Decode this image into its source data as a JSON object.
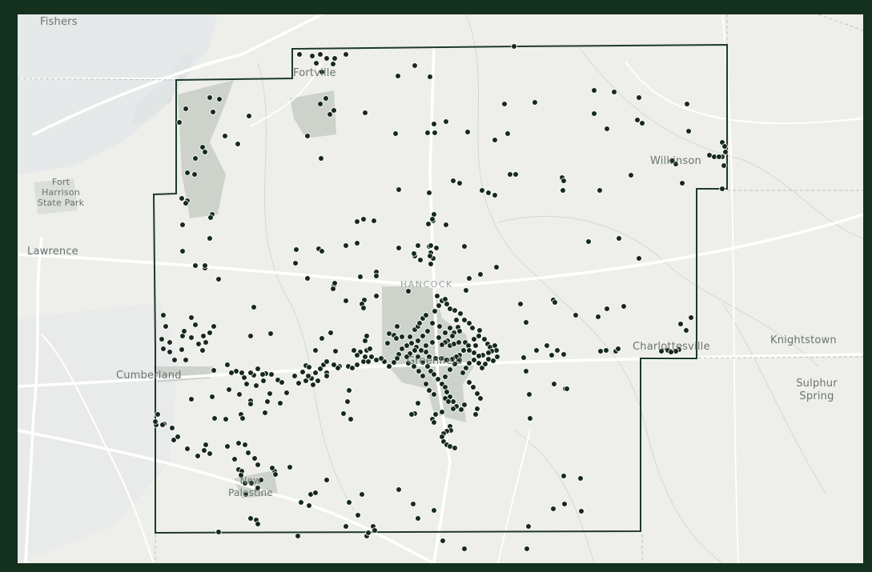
{
  "map": {
    "place_labels": {
      "fishers": "Fishers",
      "fortville": "Fortville",
      "wilkinson": "Wilkinson",
      "fort_harrison_1": "Fort",
      "fort_harrison_2": "Harrison",
      "fort_harrison_3": "State Park",
      "lawrence": "Lawrence",
      "hancock": "HANCOCK",
      "cumberland": "Cumberland",
      "greenfield": "Greenfield",
      "charlottesville": "Charlottesville",
      "knightstown": "Knightstown",
      "sulphur_1": "Sulphur",
      "sulphur_2": "Spring",
      "new_palestine_1": "New",
      "new_palestine_2": "Palestine"
    },
    "colors": {
      "frame": "#14301f",
      "land": "#eeefea",
      "water": "#dfe4e6",
      "urban": "#c9cfc7",
      "road": "#ffffff",
      "boundary": "#1c3a27",
      "point": "#16291c"
    }
  }
}
